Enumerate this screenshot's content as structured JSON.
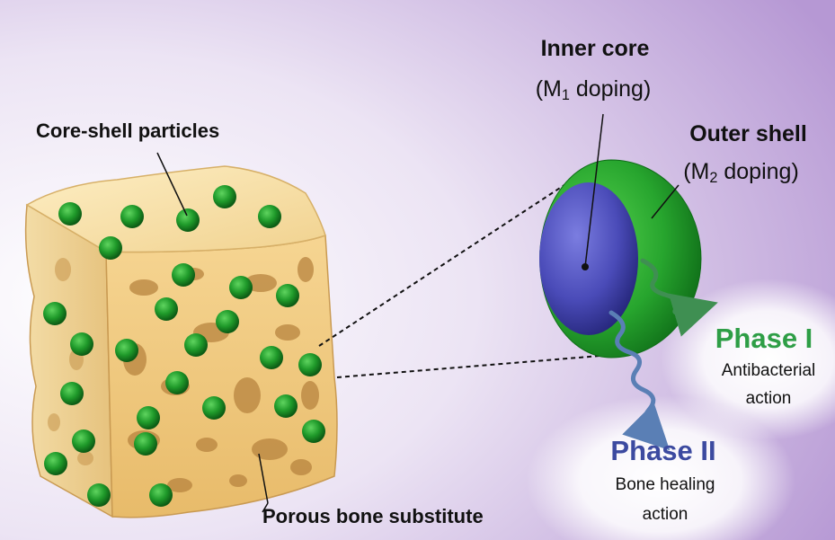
{
  "labels": {
    "core_shell": "Core-shell particles",
    "porous": "Porous bone substitute",
    "inner_core": "Inner core",
    "inner_core_doping_pre": "(M",
    "inner_core_doping_sub": "1",
    "inner_core_doping_post": " doping)",
    "outer_shell": "Outer shell",
    "outer_shell_doping_pre": "(M",
    "outer_shell_doping_sub": "2",
    "outer_shell_doping_post": " doping)",
    "phase1_title": "Phase I",
    "phase1_line1": "Antibacterial",
    "phase1_line2": "action",
    "phase2_title": "Phase II",
    "phase2_line1": "Bone healing",
    "phase2_line2": "action"
  },
  "colors": {
    "background_purple": "#c6b2de",
    "bone_light": "#f7dfa3",
    "bone_dark": "#c99a52",
    "particle_green": "#1f9a2a",
    "core_blue": "#4a4bb8",
    "phase1_green": "#2e9e46",
    "phase2_blue": "#3c4aa0"
  },
  "icons": [
    "porous-bone-block",
    "core-shell-particle",
    "release-arrow"
  ]
}
